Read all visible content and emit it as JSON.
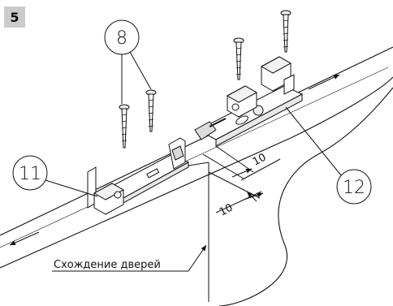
{
  "step": {
    "number": "5",
    "badge_color": "#cccccc"
  },
  "callouts": {
    "screw_ref": "8",
    "left_bracket_ref": "11",
    "right_bracket_ref": "12"
  },
  "dimensions": {
    "offset_top": "10",
    "offset_bottom": "10"
  },
  "label": {
    "door_junction": "Схождение дверей"
  },
  "colors": {
    "line": "#111111",
    "background": "#ffffff"
  }
}
